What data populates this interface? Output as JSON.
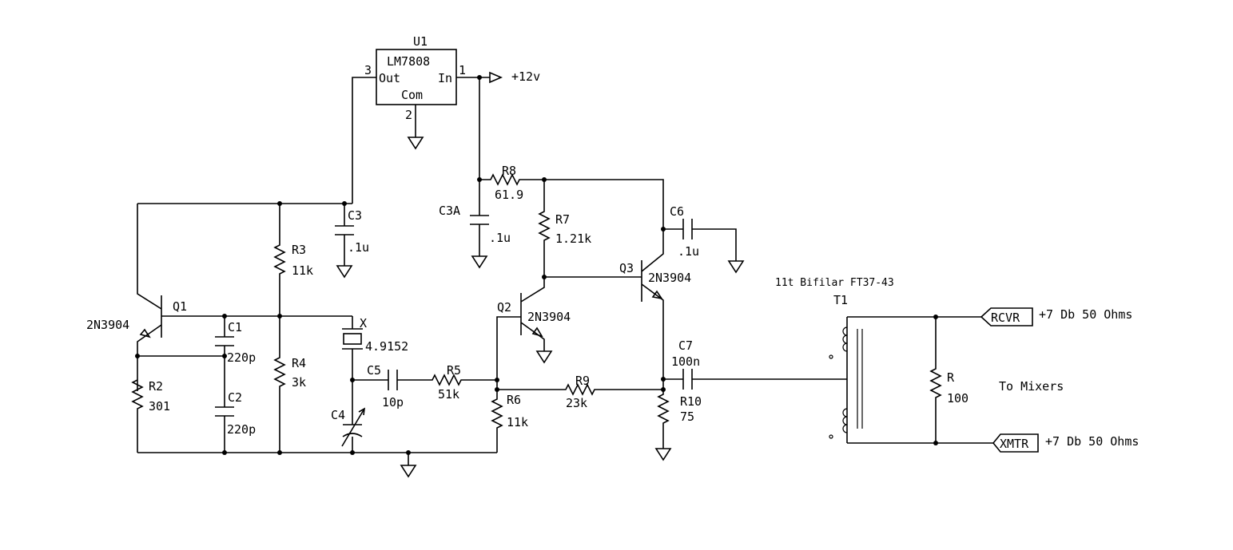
{
  "regulator": {
    "ref": "U1",
    "part": "LM7808",
    "pin_out": "Out",
    "pin_in": "In",
    "pin_com": "Com",
    "pin3": "3",
    "pin1": "1",
    "pin2": "2"
  },
  "supply": {
    "label": "+12v"
  },
  "components": {
    "q1": {
      "ref": "Q1",
      "part": "2N3904"
    },
    "q2": {
      "ref": "Q2",
      "part": "2N3904"
    },
    "q3": {
      "ref": "Q3",
      "part": "2N3904"
    },
    "r2": {
      "ref": "R2",
      "value": "301"
    },
    "r3": {
      "ref": "R3",
      "value": "11k"
    },
    "r4": {
      "ref": "R4",
      "value": "3k"
    },
    "r5": {
      "ref": "R5",
      "value": "51k"
    },
    "r6": {
      "ref": "R6",
      "value": "11k"
    },
    "r7": {
      "ref": "R7",
      "value": "1.21k"
    },
    "r8": {
      "ref": "R8",
      "value": "61.9"
    },
    "r9": {
      "ref": "R9",
      "value": "23k"
    },
    "r10": {
      "ref": "R10",
      "value": "75"
    },
    "r": {
      "ref": "R",
      "value": "100"
    },
    "c1": {
      "ref": "C1",
      "value": "220p"
    },
    "c2": {
      "ref": "C2",
      "value": "220p"
    },
    "c3": {
      "ref": "C3",
      "value": ".1u"
    },
    "c3a": {
      "ref": "C3A",
      "value": ".1u"
    },
    "c4": {
      "ref": "C4"
    },
    "c5": {
      "ref": "C5",
      "value": "10p"
    },
    "c6": {
      "ref": "C6",
      "value": ".1u"
    },
    "c7": {
      "ref": "C7",
      "value": "100n"
    },
    "x": {
      "ref": "X",
      "value": "4.9152"
    },
    "t1": {
      "ref": "T1",
      "note": "11t Bifilar FT37-43"
    }
  },
  "ports": {
    "rcvr": {
      "label": "RCVR",
      "spec": "+7 Db 50 Ohms"
    },
    "xmtr": {
      "label": "XMTR",
      "spec": "+7 Db 50 Ohms"
    }
  },
  "output_label": "To Mixers"
}
